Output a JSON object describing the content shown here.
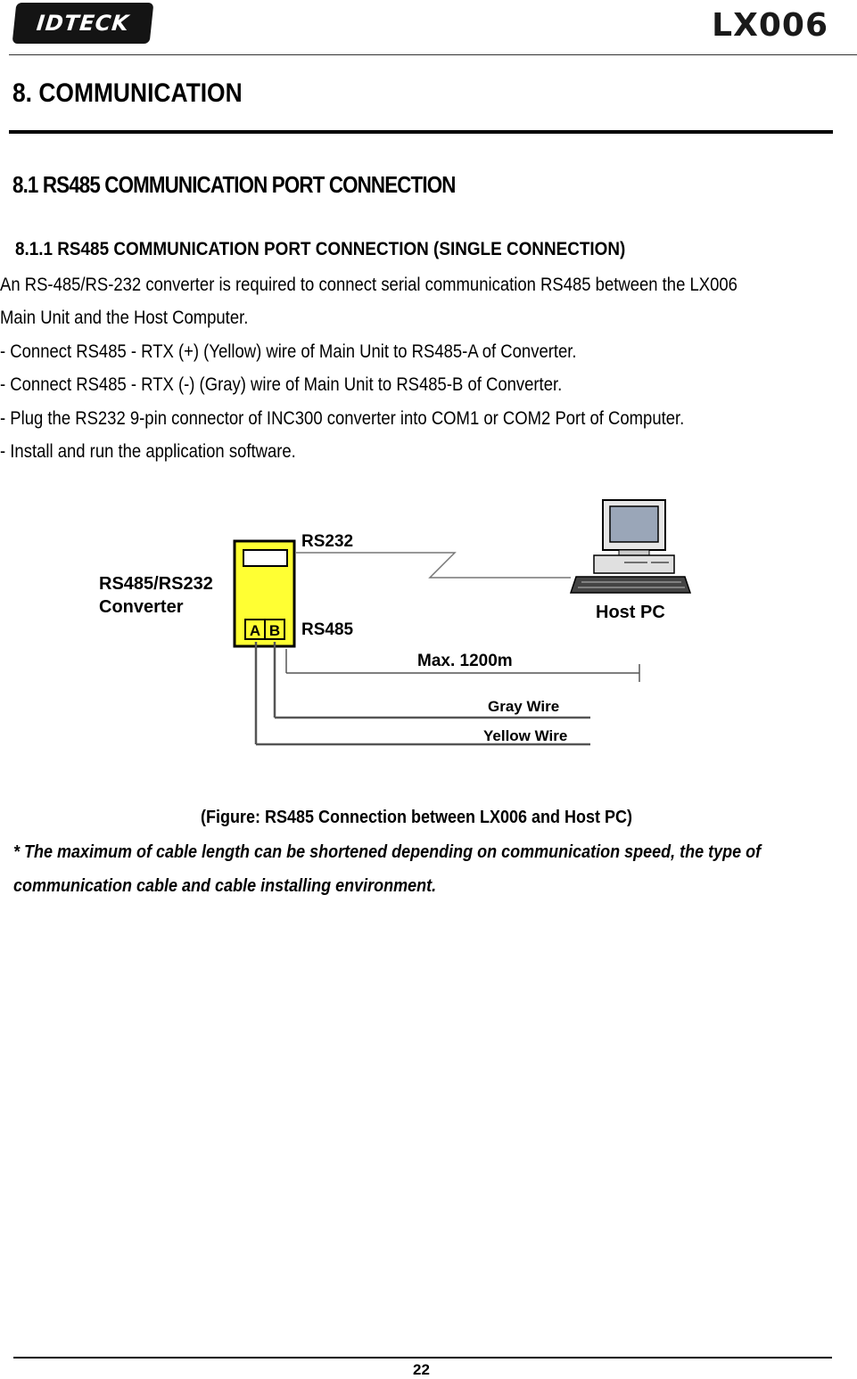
{
  "header": {
    "logo_text": "IDTECK",
    "model": "LX006"
  },
  "section_title": "8. COMMUNICATION",
  "subsection_title": "8.1 RS485 COMMUNICATION PORT CONNECTION",
  "subsubsection_title": "8.1.1 RS485 COMMUNICATION PORT CONNECTION (SINGLE CONNECTION)",
  "body_lines": [
    "An RS-485/RS-232 converter is required to connect serial communication RS485 between the LX006",
    "Main Unit and the Host Computer.",
    "- Connect RS485 - RTX (+) (Yellow) wire of Main Unit to RS485-A of Converter.",
    "- Connect RS485 - RTX (-) (Gray) wire of Main Unit to RS485-B of Converter.",
    "- Plug the RS232 9-pin connector of INC300 converter into COM1 or COM2 Port of Computer.",
    "- Install and run the application software."
  ],
  "figure": {
    "converter_label_1": "RS485/RS232",
    "converter_label_2": "Converter",
    "port_rs232": "RS232",
    "port_rs485": "RS485",
    "terminal_a": "A",
    "terminal_b": "B",
    "host_label": "Host PC",
    "distance_label": "Max. 1200m",
    "gray_wire_label": "Gray Wire",
    "yellow_wire_label": "Yellow Wire",
    "converter_color": "#ffff33"
  },
  "caption": "(Figure: RS485 Connection between LX006 and Host PC)",
  "note_lines": [
    "* The maximum of cable length can be shortened depending on communication speed, the type of",
    "communication cable and cable installing environment."
  ],
  "footer": {
    "page_number": "22"
  }
}
